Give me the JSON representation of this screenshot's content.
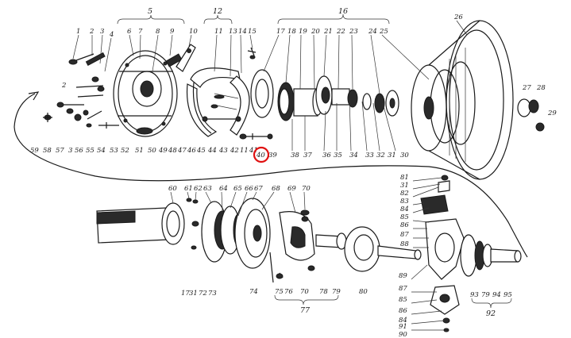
{
  "labels": {
    "top_row": [
      "1",
      "2",
      "3",
      "4",
      "5",
      "6",
      "7",
      "8",
      "9",
      "10",
      "11",
      "12",
      "13",
      "14",
      "15",
      "16",
      "17",
      "18",
      "19",
      "20",
      "21",
      "22",
      "23",
      "24",
      "25",
      "26"
    ],
    "right_upper": [
      "27",
      "28",
      "29"
    ],
    "bottom_row_upper": [
      "59",
      "58",
      "57",
      "3",
      "56",
      "55",
      "54",
      "53",
      "52",
      "51",
      "50",
      "49",
      "48",
      "47",
      "46",
      "45",
      "44",
      "43",
      "42",
      "11",
      "41",
      "40",
      "39",
      "38",
      "37",
      "36",
      "35",
      "34",
      "33",
      "32",
      "31",
      "30"
    ],
    "lower_top": [
      "60",
      "61",
      "62",
      "63",
      "64",
      "65",
      "66",
      "67",
      "68",
      "69",
      "70"
    ],
    "lower_bottom": [
      "17",
      "31",
      "72",
      "73",
      "74",
      "75",
      "76",
      "70",
      "78",
      "79",
      "80"
    ],
    "lower_group": [
      "77"
    ],
    "right_lower_col": [
      "81",
      "31",
      "82",
      "83",
      "84",
      "85",
      "86",
      "87",
      "88"
    ],
    "right_lower_misc": [
      "89",
      "87",
      "85",
      "86",
      "84",
      "91",
      "90",
      "93",
      "79",
      "94",
      "95",
      "92"
    ],
    "misc": [
      "2"
    ]
  },
  "highlight": {
    "label": "40",
    "color": "#e01010"
  }
}
